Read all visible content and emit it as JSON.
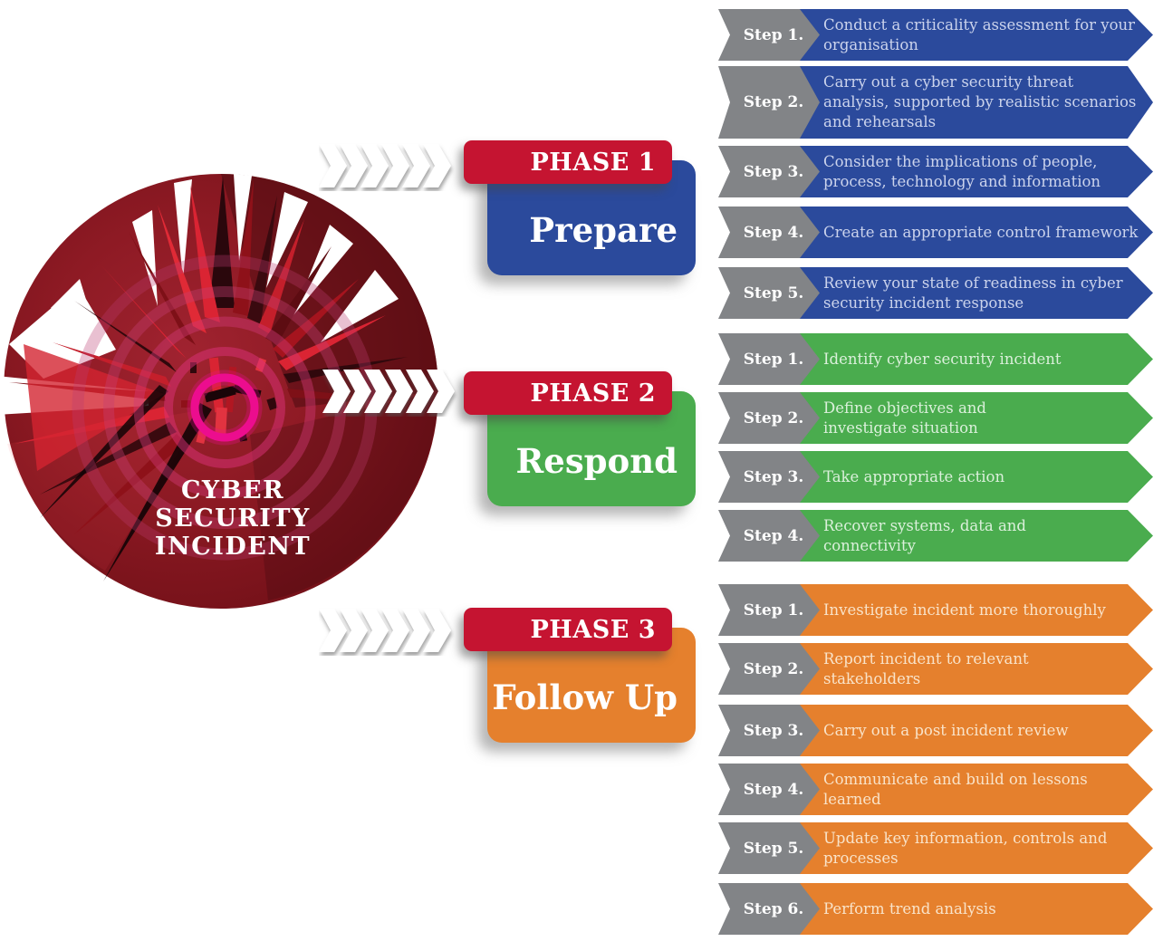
{
  "hub": {
    "title_lines": [
      "CYBER",
      "SECURITY",
      "INCIDENT"
    ]
  },
  "phases": [
    {
      "chip": "PHASE 1",
      "name": "Prepare",
      "accent": "#2b4a9c",
      "steps": [
        {
          "label": "Step 1.",
          "text": "Conduct a criticality assessment for your organisation"
        },
        {
          "label": "Step 2.",
          "text": "Carry out a cyber security threat analysis, supported by realistic scenarios and rehearsals"
        },
        {
          "label": "Step 3.",
          "text": "Consider the implications of people, process, technology and information"
        },
        {
          "label": "Step 4.",
          "text": "Create an appropriate control framework"
        },
        {
          "label": "Step 5.",
          "text": "Review your state of readiness in cyber security incident response"
        }
      ]
    },
    {
      "chip": "PHASE 2",
      "name": "Respond",
      "accent": "#4aac4e",
      "steps": [
        {
          "label": "Step 1.",
          "text": "Identify cyber security incident"
        },
        {
          "label": "Step 2.",
          "text": "Define objectives and investigate situation"
        },
        {
          "label": "Step 3.",
          "text": "Take appropriate action"
        },
        {
          "label": "Step 4.",
          "text": "Recover systems, data and connectivity"
        }
      ]
    },
    {
      "chip": "PHASE 3",
      "name": "Follow Up",
      "accent": "#e5802d",
      "steps": [
        {
          "label": "Step 1.",
          "text": "Investigate incident more thoroughly"
        },
        {
          "label": "Step 2.",
          "text": "Report incident to relevant stakeholders"
        },
        {
          "label": "Step 3.",
          "text": "Carry out a post incident review"
        },
        {
          "label": "Step 4.",
          "text": "Communicate and build on lessons learned"
        },
        {
          "label": "Step 5.",
          "text": "Update key information, controls and processes"
        },
        {
          "label": "Step 6.",
          "text": "Perform trend analysis"
        }
      ]
    }
  ],
  "colors": {
    "phase_chip_red": "#c51431",
    "step_badge_grey": "#828487",
    "phase1_blue": "#2b4a9c",
    "phase2_green": "#4aac4e",
    "phase3_orange": "#e5802d",
    "burst_magenta_ring": "#ec0d8e",
    "burst_dark_red": "#6e0f16"
  }
}
